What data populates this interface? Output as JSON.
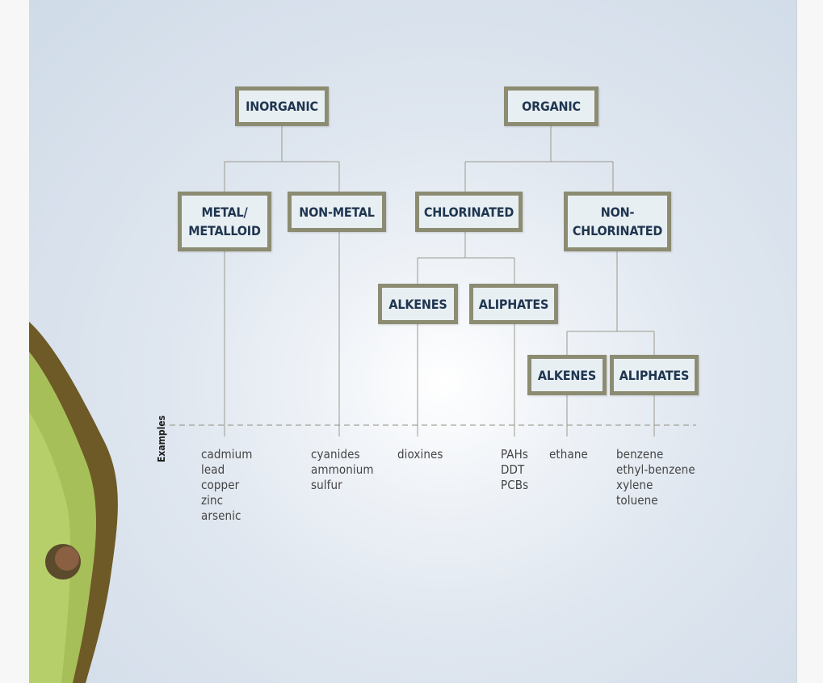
{
  "nodes": {
    "inorganic": "INORGANIC",
    "organic": "ORGANIC",
    "metal_metalloid": "METAL/\nMETALLOID",
    "non_metal": "NON-METAL",
    "chlorinated": "CHLORINATED",
    "non_chlorinated": "NON-\nCHLORINATED",
    "chlorinated_alkenes": "ALKENES",
    "chlorinated_aliphates": "ALIPHATES",
    "non_chlorinated_alkenes": "ALKENES",
    "non_chlorinated_aliphates": "ALIPHATES"
  },
  "examples_label": "Examples",
  "examples": {
    "metal_metalloid": [
      "cadmium",
      "lead",
      "copper",
      "zinc",
      "arsenic"
    ],
    "non_metal": [
      "cyanides",
      "ammonium",
      "sulfur"
    ],
    "chlorinated_alkenes": [
      "dioxines"
    ],
    "chlorinated_aliphates": [
      "PAHs",
      "DDT",
      "PCBs"
    ],
    "non_chlorinated_alkenes": [
      "ethane"
    ],
    "non_chlorinated_aliphates": [
      "benzene",
      "ethyl-benzene",
      "xylene",
      "toluene"
    ]
  },
  "colors": {
    "box_border": "#8c8c72",
    "box_fill": "#e8eff3",
    "box_text": "#1f3550",
    "connector": "#9a9a8c",
    "example_text": "#444444"
  }
}
